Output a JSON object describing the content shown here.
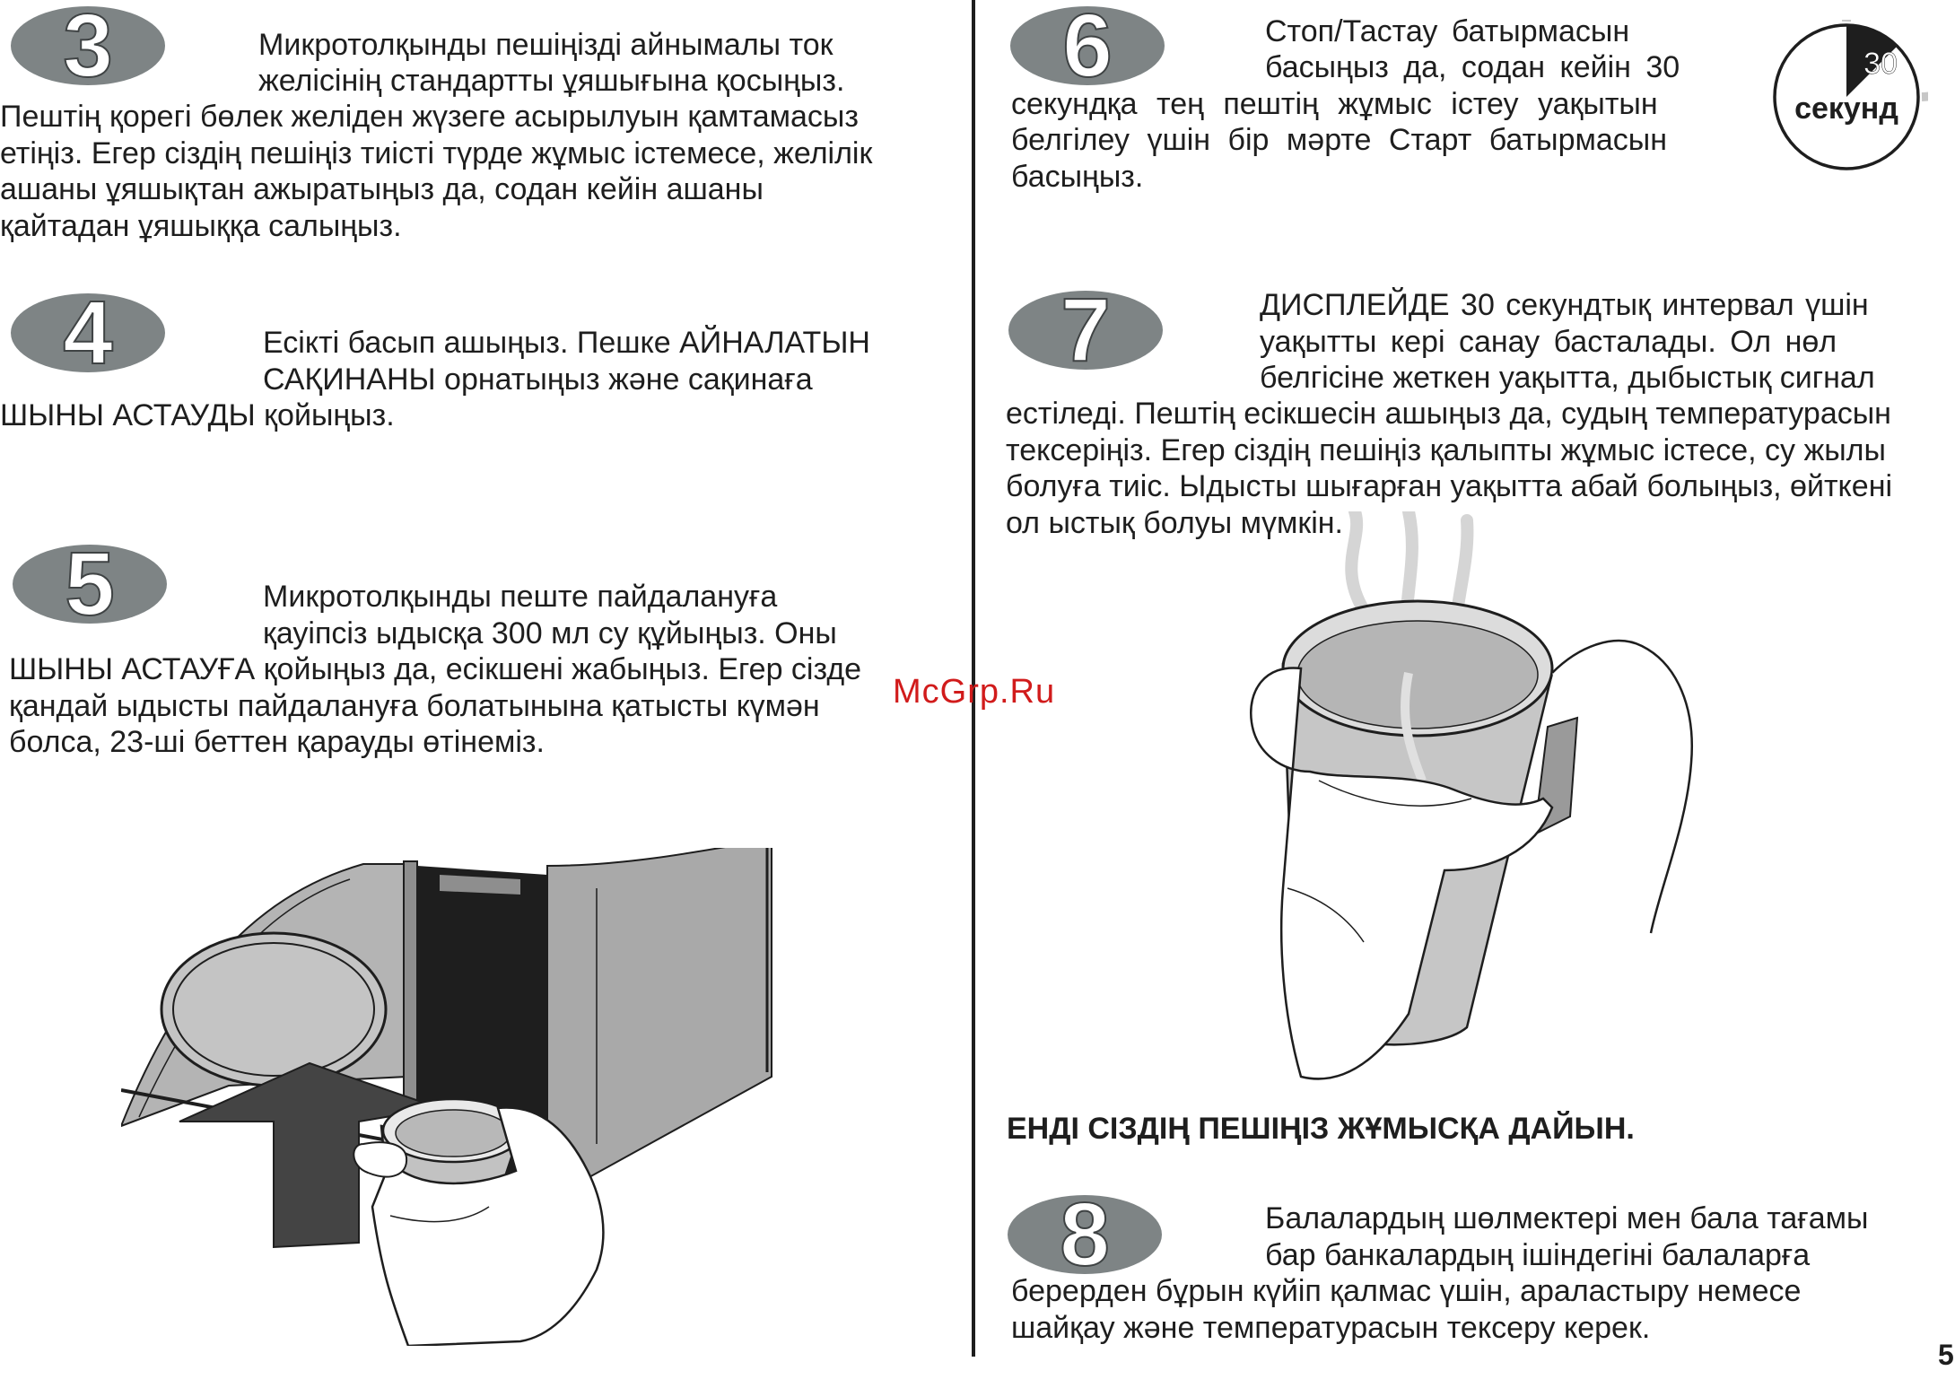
{
  "steps": {
    "s3": {
      "number": "3",
      "lines": [
        "Микротолқынды пешіңізді айнымалы ток",
        "желісінің стандартты ұяшығына қосыңыз.",
        "Пештің қорегі бөлек желіден жүзеге асырылуын қамтамасыз",
        "етіңіз. Егер сіздің пешіңіз тиісті түрде жұмыс істемесе, желілік",
        "ашаны ұяшықтан ажыратыңыз да, содан кейін ашаны",
        "қайтадан ұяшыққа салыңыз."
      ]
    },
    "s4": {
      "number": "4",
      "lines": [
        "Есікті басып ашыңыз. Пешке АЙНАЛАТЫН",
        "САҚИНАНЫ орнатыңыз және сақинаға",
        "ШЫНЫ АСТАУДЫ қойыңыз."
      ]
    },
    "s5": {
      "number": "5",
      "lines": [
        "Микротолқынды пеште пайдалануға",
        "қауіпсіз ыдысқа 300 мл су құйыңыз. Оны",
        "ШЫНЫ АСТАУҒА қойыңыз да, есікшені жабыңыз. Егер сізде",
        "қандай ыдысты пайдалануға болатынына қатысты күмән",
        "болса, 23-ші беттен қарауды өтінеміз."
      ]
    },
    "s6": {
      "number": "6",
      "lines": [
        "Стоп/Тастау батырмасын",
        "басыңыз да, содан кейін 30",
        "секундқа тең пештің жұмыс істеу уақытын",
        "белгілеу үшін бір мәрте Старт батырмасын",
        "басыңыз."
      ]
    },
    "s7": {
      "number": "7",
      "lines": [
        "ДИСПЛЕЙДЕ 30 секундтық интервал үшін",
        "уақытты кері санау басталады. Ол нөл",
        "белгісіне жеткен уақытта, дыбыстық сигнал",
        "естіледі. Пештің есікшесін ашыңыз да, судың температурасын",
        "тексеріңіз. Егер сіздің пешіңіз қалыпты жұмыс істесе, су жылы",
        "болуға тиіс. Ыдысты шығарған уақытта абай болыңыз, өйткені",
        "ол ыстық болуы мүмкін."
      ]
    },
    "s8": {
      "number": "8",
      "lines": [
        "Балалардың шөлмектері мен бала тағамы",
        "бар банкалардың ішіндегіні балаларға",
        "берерден бұрын күйіп қалмас үшін, араластыру немесе",
        "шайқау және температурасын тексеру керек."
      ]
    }
  },
  "timer": {
    "value": "30",
    "unit": "секунд",
    "fraction": 0.125
  },
  "ready_text": "ЕНДІ СІЗДІҢ ПЕШІҢІЗ ЖҰМЫСҚА ДАЙЫН.",
  "watermark": "McGrp.Ru",
  "page_number": "5",
  "colors": {
    "badge": "#7e8485",
    "text": "#1e1e1e",
    "watermark": "#d11b1b",
    "oven_grey": "#a9a9a9"
  }
}
